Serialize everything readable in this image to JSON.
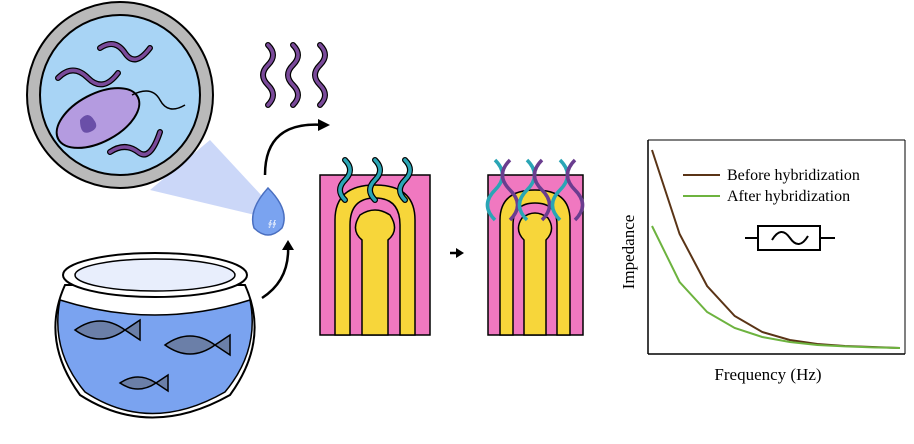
{
  "graph": {
    "xlabel": "Frequency (Hz)",
    "ylabel": "Impedance",
    "legend": [
      {
        "label": "Before hybridization",
        "color": "#5a3416"
      },
      {
        "label": "After hybridization",
        "color": "#6db33f"
      }
    ],
    "icon": "ac-impedance-symbol-icon"
  },
  "colors": {
    "petri_blue": "#a8d4f5",
    "bowl_water": "#7aa3f0",
    "electrode_pink": "#f078c0",
    "electrode_gold": "#f7d63a",
    "dna_teal": "#2aa5b5",
    "dna_purple": "#6a3d8f"
  },
  "chart_data": {
    "type": "line",
    "xlabel": "Frequency (Hz)",
    "ylabel": "Impedance",
    "series": [
      {
        "name": "Before hybridization",
        "values": [
          1.0,
          0.58,
          0.32,
          0.17,
          0.09,
          0.05,
          0.03,
          0.02,
          0.015,
          0.01
        ]
      },
      {
        "name": "After hybridization",
        "values": [
          0.62,
          0.34,
          0.19,
          0.11,
          0.065,
          0.04,
          0.025,
          0.018,
          0.013,
          0.01
        ]
      }
    ],
    "grid": false,
    "legend_position": "top-right"
  }
}
